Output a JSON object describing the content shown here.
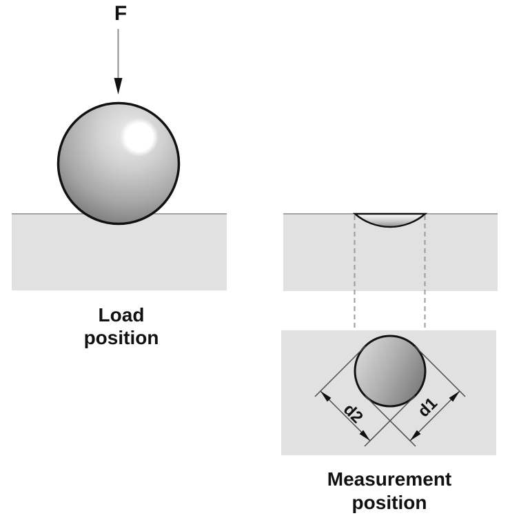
{
  "labels": {
    "force": "F",
    "load_caption": "Load\nposition",
    "measurement_caption": "Measurement\nposition",
    "dim1": "d1",
    "dim2": "d2"
  },
  "colors": {
    "background": "#ffffff",
    "specimen_fill": "#e1e1e1",
    "surface_line": "#a3a3a3",
    "outline": "#111111",
    "dimension_line": "#4a4a4a",
    "dashed_line": "#9b9b9b",
    "force_shaft": "#909090",
    "arrowhead": "#111111",
    "text": "#111111"
  }
}
